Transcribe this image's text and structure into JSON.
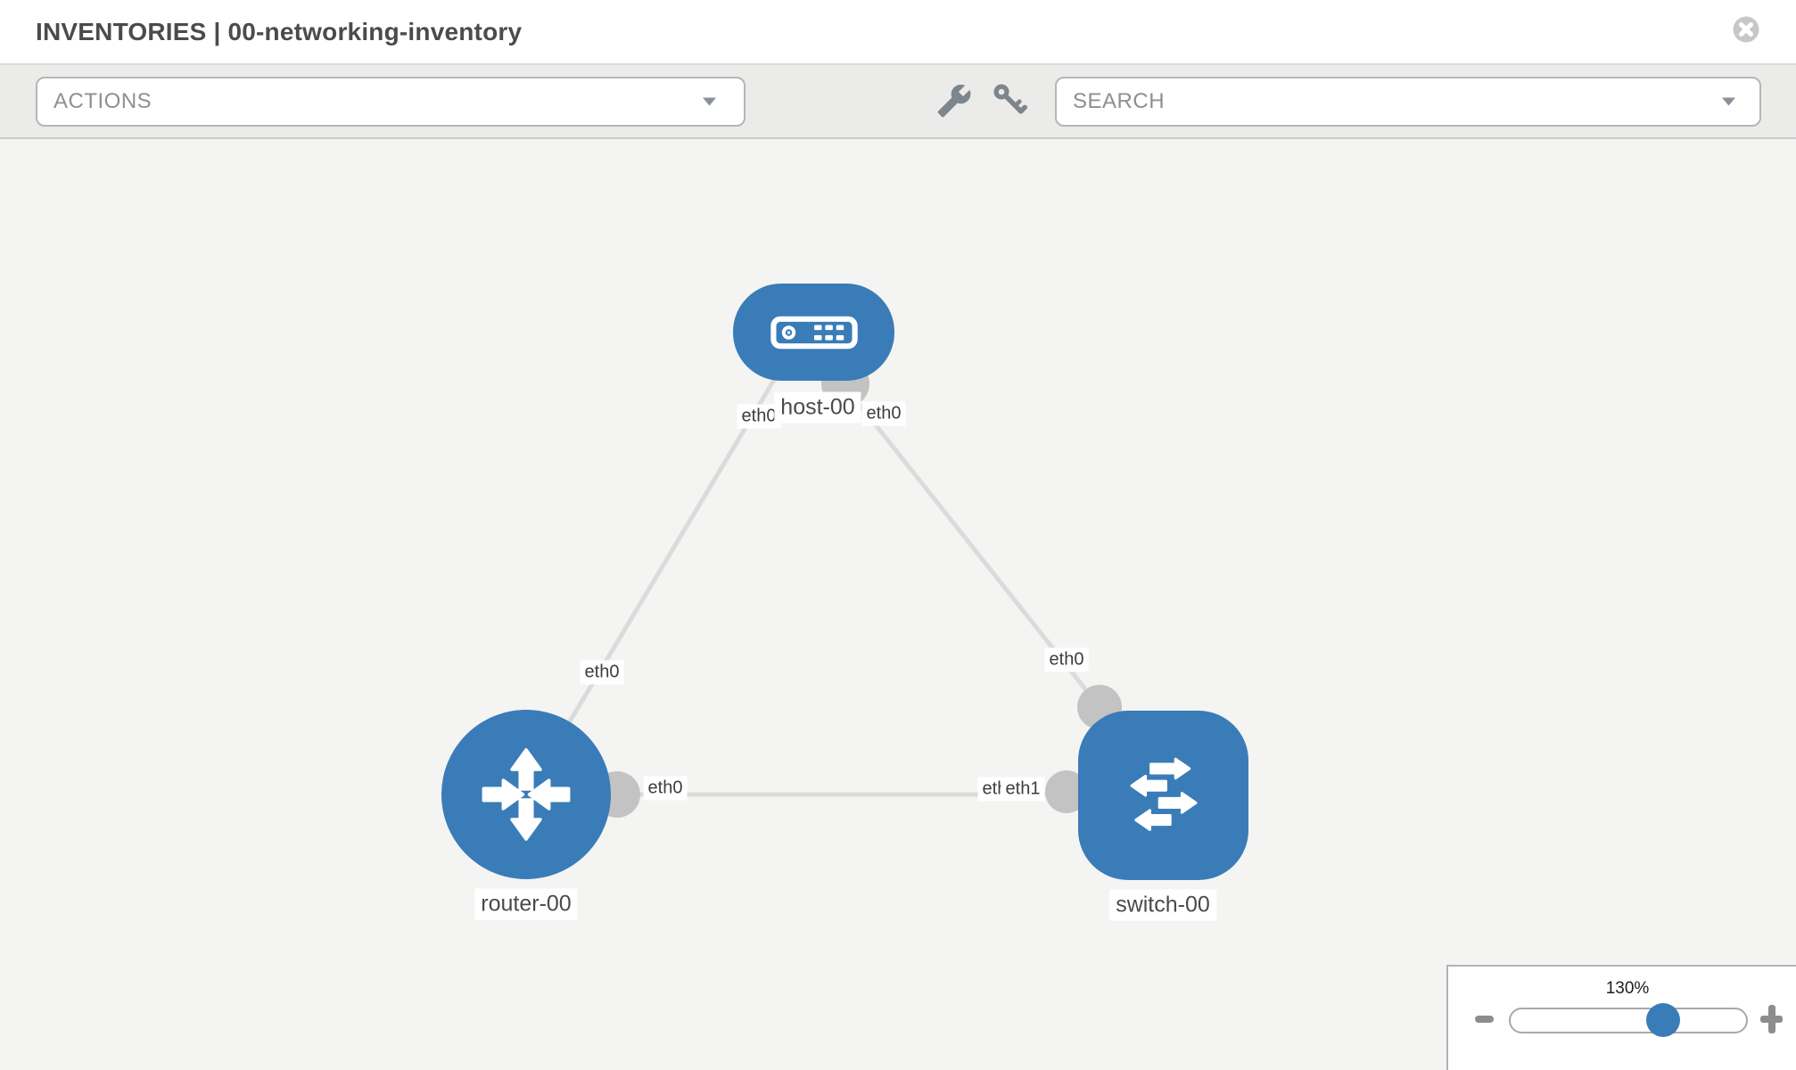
{
  "header": {
    "title": "INVENTORIES | 00-networking-inventory"
  },
  "toolbar": {
    "actions_placeholder": "ACTIONS",
    "search_placeholder": "SEARCH"
  },
  "icons": {
    "close": "circle-x",
    "wrench": "wrench",
    "key": "key",
    "actions_caret": "caret-down",
    "search_caret": "caret-down",
    "zoom_out": "minus",
    "zoom_in": "plus"
  },
  "topology": {
    "node_labels": {
      "host": "host-00",
      "router": "router-00",
      "switch": "switch-00"
    },
    "ifaces": {
      "host_left": "eth0",
      "host_right": "eth0",
      "router_upper": "eth0",
      "router_right": "eth0",
      "switch_top": "eth0",
      "switch_left_back": "eth0",
      "switch_left_front": "eth1"
    },
    "links": [
      {
        "from": "host-00",
        "to": "router-00",
        "from_iface": "eth0",
        "to_iface": "eth0"
      },
      {
        "from": "host-00",
        "to": "switch-00",
        "from_iface": "eth0",
        "to_iface": "eth0"
      },
      {
        "from": "router-00",
        "to": "switch-00",
        "from_iface": "eth0",
        "to_iface": "eth1"
      }
    ]
  },
  "zoom_control": {
    "percent_label": "130%",
    "value": 130
  },
  "colors": {
    "node_blue": "#3a7cb8",
    "link_gray": "#dbdbdb",
    "port_gray": "#c3c3c3",
    "canvas_bg": "#f4f4f3",
    "slider_thumb": "#3a7cb8"
  }
}
